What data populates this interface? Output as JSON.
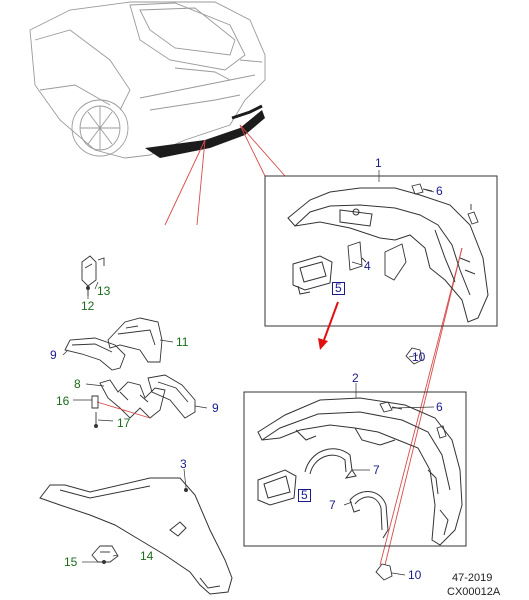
{
  "callouts": {
    "c1": "1",
    "c2": "2",
    "c3": "3",
    "c4": "4",
    "c5a": "5",
    "c5b": "5",
    "c6a": "6",
    "c6b": "6",
    "c7a": "7",
    "c7b": "7",
    "c8": "8",
    "c9a": "9",
    "c9b": "9",
    "c10a": "10",
    "c10b": "10",
    "c11": "11",
    "c12": "12",
    "c13": "13",
    "c14": "14",
    "c15": "15",
    "c16": "16",
    "c17": "17"
  },
  "footer": {
    "date_code": "47-2019",
    "figure_id": "CX00012A"
  },
  "colors": {
    "callout_navy": "#1a1a8c",
    "callout_green": "#1a6b1a",
    "leader_red": "#d94a4a",
    "arrow_red": "#e01010",
    "outline": "#333333"
  }
}
